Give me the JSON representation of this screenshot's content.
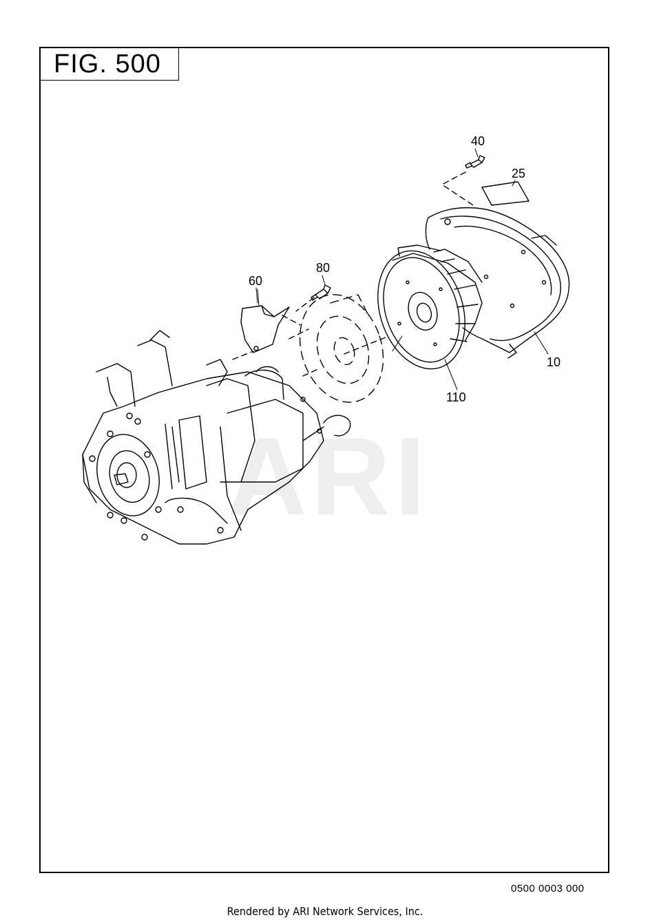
{
  "figure": {
    "title": "FIG. 500"
  },
  "watermark": "ARI",
  "callouts": [
    {
      "id": "c40",
      "label": "40"
    },
    {
      "id": "c25",
      "label": "25"
    },
    {
      "id": "c80",
      "label": "80"
    },
    {
      "id": "c60",
      "label": "60"
    },
    {
      "id": "c10",
      "label": "10"
    },
    {
      "id": "c110",
      "label": "110"
    }
  ],
  "drawing_code": "0500 0003 000",
  "footer": "Rendered by ARI Network Services, Inc."
}
